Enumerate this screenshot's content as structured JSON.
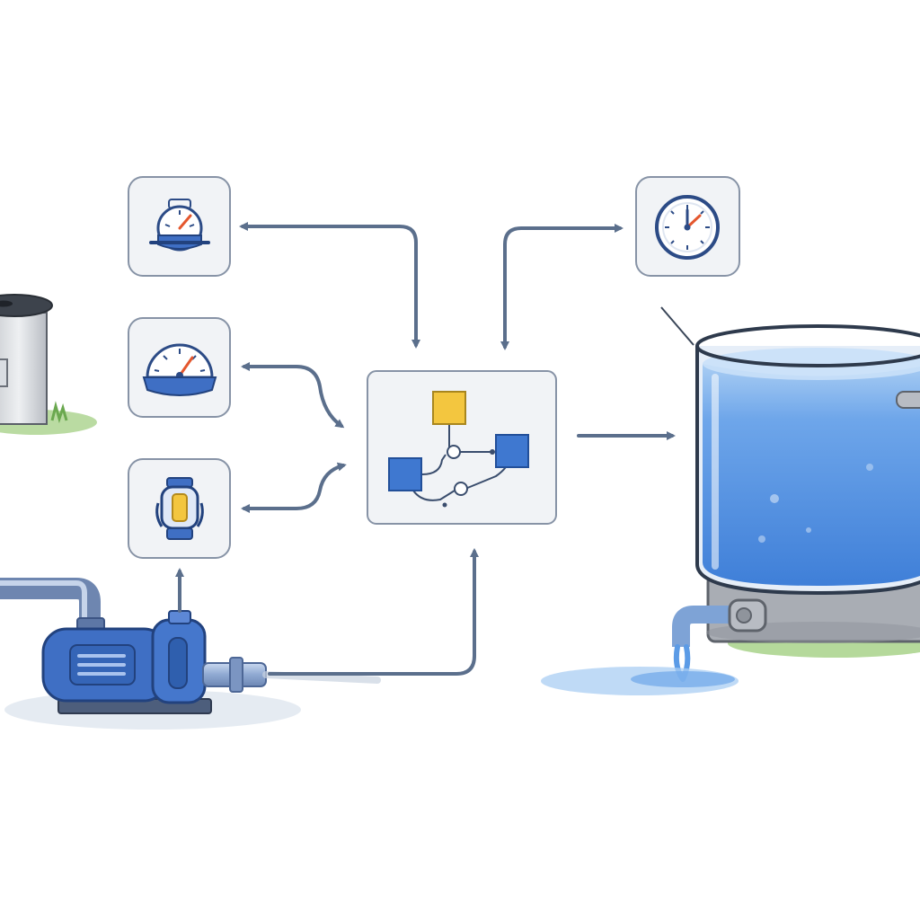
{
  "diagram": {
    "colors": {
      "connector": "#5b6f8c",
      "panel_fill": "#f1f3f6",
      "panel_stroke": "#8793a6",
      "pump_blue": "#3f6fc4",
      "water_blue": "#4f8fe0",
      "node_yellow": "#f3c63f",
      "node_blue": "#3f78d0",
      "grass": "#8cc46a"
    },
    "nodes": [
      {
        "id": "source-tank",
        "icon": "storage-tank-icon"
      },
      {
        "id": "pressure-gauge-panel",
        "icon": "pressure-gauge-icon"
      },
      {
        "id": "dial-gauge-panel",
        "icon": "dial-gauge-icon"
      },
      {
        "id": "valve-sensor-panel",
        "icon": "valve-sensor-icon"
      },
      {
        "id": "control-logic-panel",
        "icon": "flowchart-icon"
      },
      {
        "id": "tank-gauge-panel",
        "icon": "clock-gauge-icon"
      },
      {
        "id": "pump",
        "icon": "water-pump-icon"
      },
      {
        "id": "storage-tank",
        "icon": "water-tank-icon"
      }
    ]
  }
}
